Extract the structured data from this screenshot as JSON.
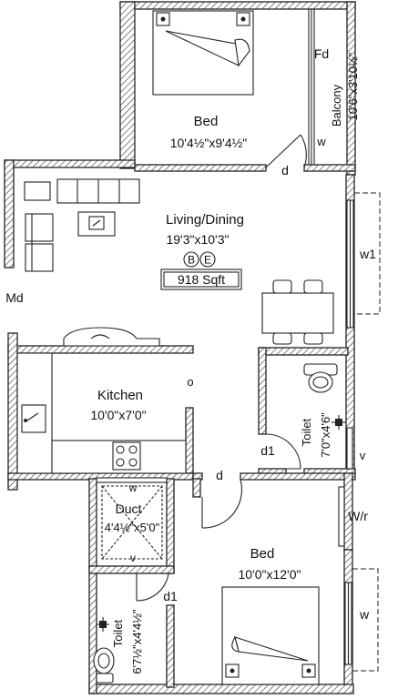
{
  "rooms": {
    "bed1": {
      "label": "Bed",
      "dims": "10'4½\"x9'4½\""
    },
    "balcony": {
      "label": "Balcony",
      "dims": "10'6\"x3'10½\""
    },
    "living": {
      "label": "Living/Dining",
      "dims": "19'3\"x10'3\""
    },
    "kitchen": {
      "label": "Kitchen",
      "dims": "10'0\"x7'0\""
    },
    "toilet1": {
      "label": "Toilet",
      "dims": "7'0\"x4'6\""
    },
    "duct": {
      "label": "Duct",
      "dims": "4'4½\"x5'0\""
    },
    "bed2": {
      "label": "Bed",
      "dims": "10'0\"x12'0\""
    },
    "toilet2": {
      "label": "Toilet",
      "dims": "6'7½\"x4'4½\""
    }
  },
  "badge": {
    "b": "B",
    "e": "E",
    "area": "918 Sqft"
  },
  "tags": {
    "fd": "Fd",
    "w_balcony": "w",
    "d_bed1": "d",
    "w1": "w1",
    "md": "Md",
    "o": "o",
    "d1_toilet": "d1",
    "v_toilet": "v",
    "d_bed2": "d",
    "w_duct": "w",
    "v_duct": "v",
    "wr": "W/r",
    "w_bed2": "w",
    "d1_toilet2": "d1"
  },
  "colors": {
    "line": "#222222",
    "fill": "#ffffff",
    "text": "#111111"
  }
}
